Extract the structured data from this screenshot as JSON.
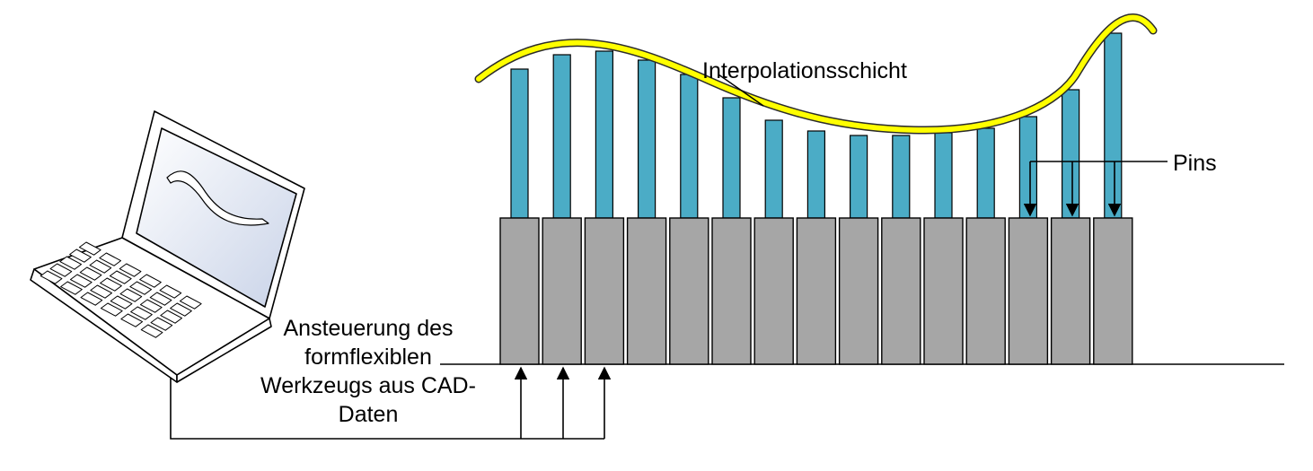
{
  "labels": {
    "interpolation_layer": "Interpolationsschicht",
    "pins": "Pins",
    "control_line1": "Ansteuerung des",
    "control_line2": "formflexiblen",
    "control_line3": "Werkzeugs aus CAD-",
    "control_line4": "Daten"
  },
  "pins": {
    "count": 15,
    "heights": [
      166,
      182,
      186,
      176,
      160,
      134,
      109,
      97,
      92,
      92,
      95,
      100,
      113,
      143,
      206
    ],
    "top_color": "#4bacc6",
    "base_color": "#a6a6a6"
  },
  "colors": {
    "interpolation_layer": "#ffff00",
    "interpolation_outline": "#2b2b2b",
    "screen": "#dde4f0",
    "outline": "#000000"
  },
  "icons": {
    "computer": "laptop-icon"
  }
}
